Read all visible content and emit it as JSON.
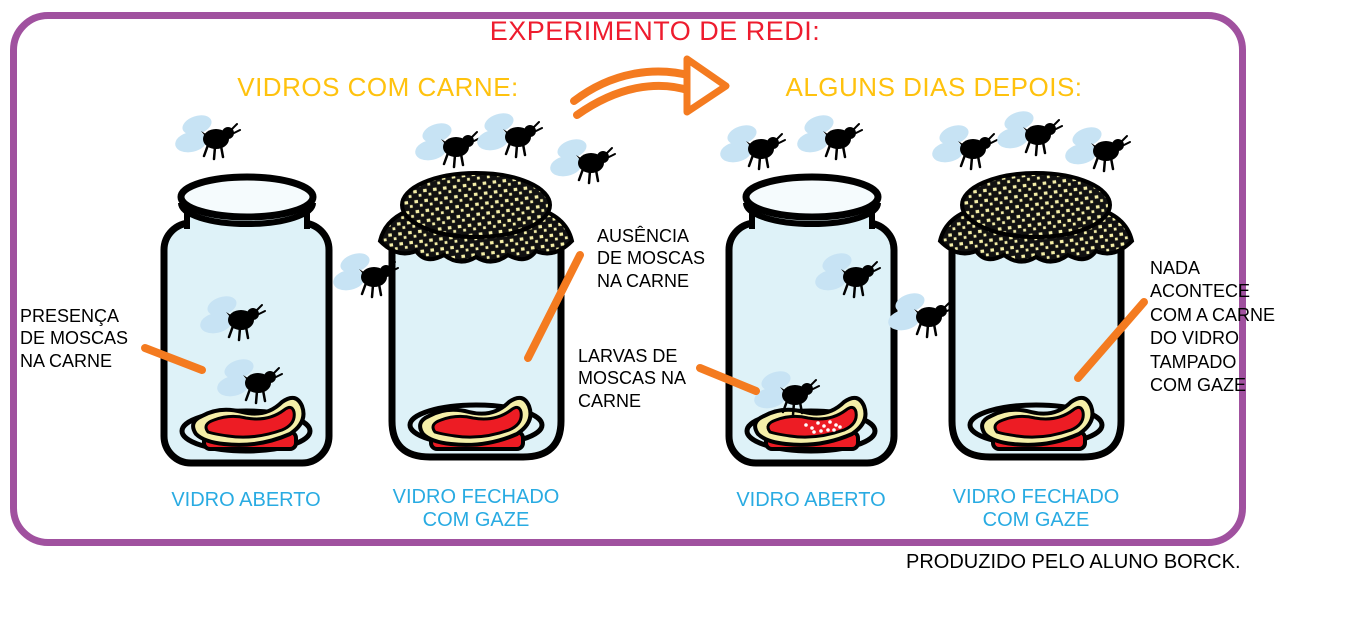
{
  "title": "EXPERIMENTO DE REDI:",
  "sections": {
    "before": {
      "heading": "VIDROS COM CARNE:"
    },
    "after": {
      "heading": "ALGUNS DIAS DEPOIS:"
    }
  },
  "annotations": {
    "presenca": "PRESENÇA\nDE MOSCAS\nNA CARNE",
    "ausencia": "AUSÊNCIA\nDE MOSCAS\nNA CARNE",
    "larvas": "LARVAS DE\nMOSCAS NA\nCARNE",
    "nada": "NADA\nACONTECE\nCOM A CARNE\nDO VIDRO\nTAMPADO\nCOM GAZE"
  },
  "jar_captions": {
    "open_before": "VIDRO ABERTO",
    "gauze_before": "VIDRO FECHADO\nCOM GAZE",
    "open_after": "VIDRO ABERTO",
    "gauze_after": "VIDRO FECHADO\nCOM GAZE"
  },
  "credit": "PRODUZIDO PELO ALUNO BORCK.",
  "icons": {
    "arrow": "curved-arrow-right-icon",
    "fly": "fly-icon",
    "open_jar": "open-jar",
    "gauze_jar": "jar-covered-with-gauze",
    "meat": "meat-steak",
    "meat_larvae": "meat-steak-with-larvae"
  },
  "colors": {
    "border": "#A0519F",
    "title": "#EE1C2E",
    "section_heading": "#FFC20E",
    "jar_caption": "#29ABE2",
    "annotation_text": "#000000",
    "pointer_line": "#F47B20",
    "arrow": "#F47B20",
    "jar_glass": "#DEF2F8",
    "jar_opening": "#F5FBFD",
    "meat_red": "#ED1C24",
    "meat_fat": "#F5EFA8",
    "fly_wing": "#C7E3F4",
    "gauze_mesh": "#111111",
    "gauze_dots": "#F5EFA8"
  }
}
